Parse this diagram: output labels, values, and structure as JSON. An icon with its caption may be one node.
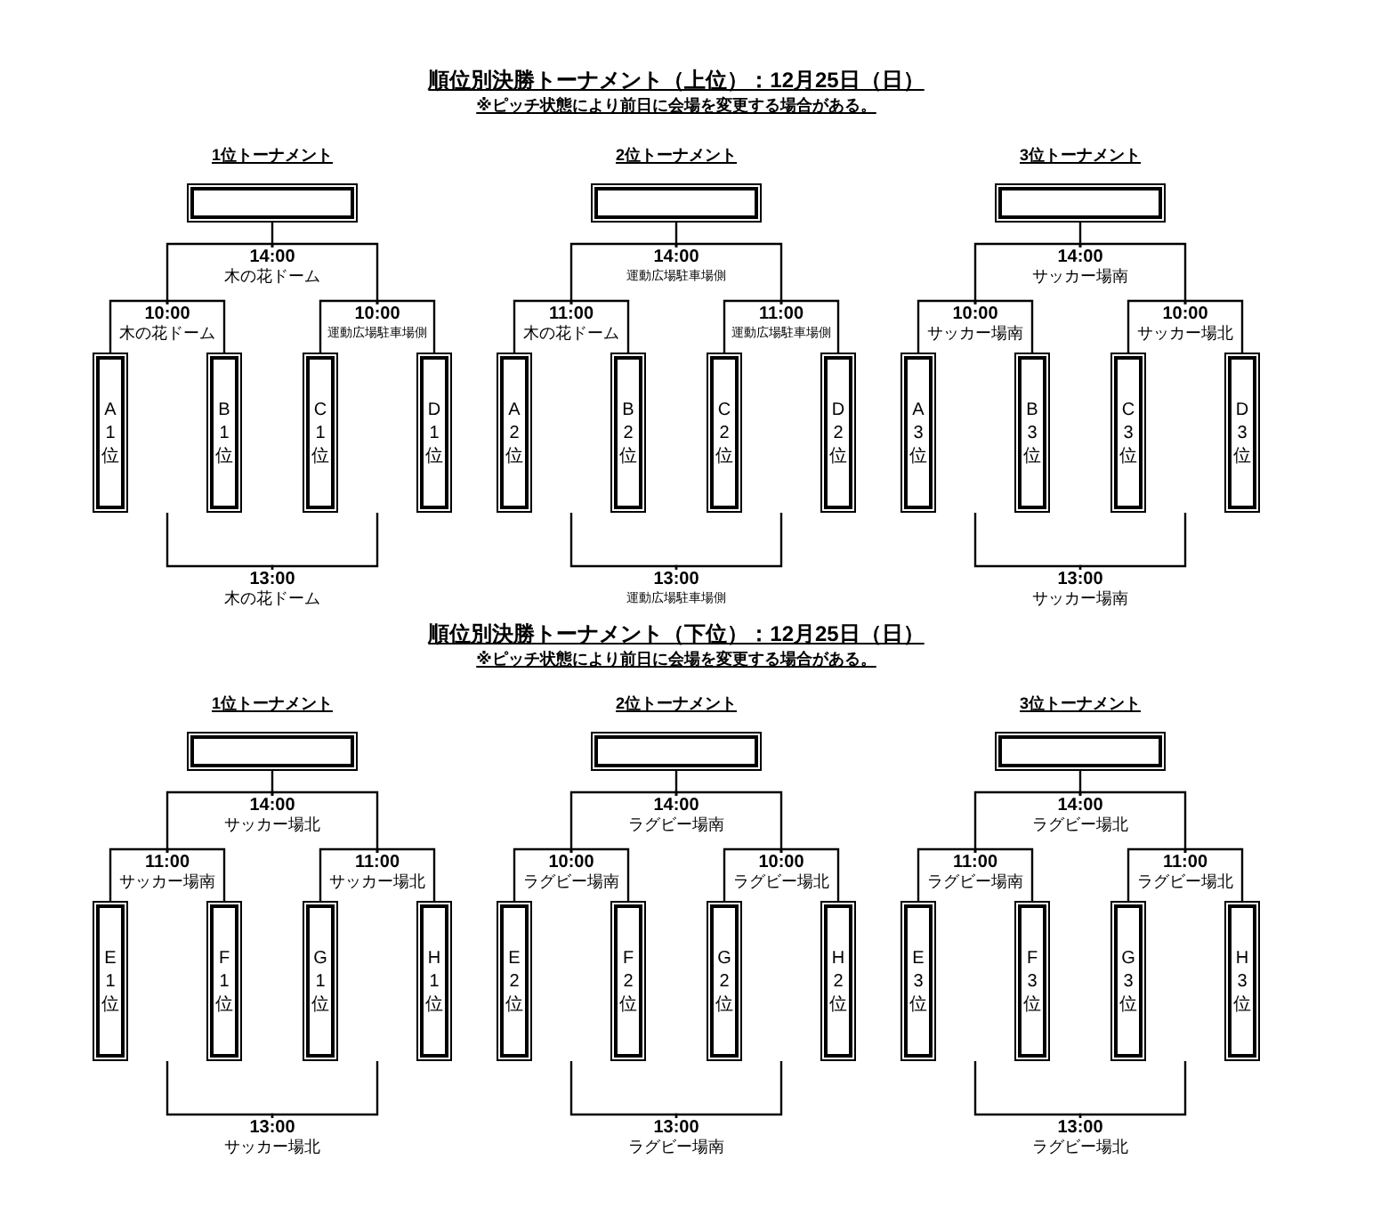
{
  "diagram": {
    "nodes": [
      {
        "text": [],
        "shape": "box"
      },
      {
        "text": [
          "14:00",
          "木の花ドーム"
        ]
      },
      {
        "text": [
          "10:00",
          "木の花ドーム"
        ]
      },
      {
        "text": [
          "10:00",
          "運動広場駐車場側"
        ]
      },
      {
        "text": [
          "A1位"
        ]
      },
      {
        "text": [
          "B1位"
        ]
      },
      {
        "text": [
          "C1位"
        ]
      },
      {
        "text": [
          "D1位"
        ]
      },
      {
        "text": [
          "13:00",
          "木の花ドーム"
        ]
      },
      {
        "text": [],
        "shape": "box"
      },
      {
        "text": [
          "14:00",
          "運動広場駐車場側"
        ]
      },
      {
        "text": [
          "11:00",
          "木の花ドーム"
        ]
      },
      {
        "text": [
          "11:00",
          "運動広場駐車場側"
        ]
      },
      {
        "text": [
          "A2位"
        ]
      },
      {
        "text": [
          "B2位"
        ]
      },
      {
        "text": [
          "C2位"
        ]
      },
      {
        "text": [
          "D2位"
        ]
      },
      {
        "text": [
          "13:00",
          "運動広場駐車場側"
        ]
      },
      {
        "text": [],
        "shape": "box"
      },
      {
        "text": [
          "14:00",
          "サッカー場南"
        ]
      },
      {
        "text": [
          "10:00",
          "サッカー場南"
        ]
      },
      {
        "text": [
          "10:00",
          "サッカー場北"
        ]
      },
      {
        "text": [
          "A3位"
        ]
      },
      {
        "text": [
          "B3位"
        ]
      },
      {
        "text": [
          "C3位"
        ]
      },
      {
        "text": [
          "D3位"
        ]
      },
      {
        "text": [
          "13:00",
          "サッカー場南"
        ]
      },
      {
        "text": [],
        "shape": "box"
      },
      {
        "text": [
          "14:00",
          "サッカー場北"
        ]
      },
      {
        "text": [
          "11:00",
          "サッカー場南"
        ]
      },
      {
        "text": [
          "11:00",
          "サッカー場北"
        ]
      },
      {
        "text": [
          "E1位"
        ]
      },
      {
        "text": [
          "F1位"
        ]
      },
      {
        "text": [
          "G1位"
        ]
      },
      {
        "text": [
          "H1位"
        ]
      },
      {
        "text": [
          "13:00",
          "サッカー場北"
        ]
      },
      {
        "text": [],
        "shape": "box"
      },
      {
        "text": [
          "14:00",
          "ラグビー場南"
        ]
      },
      {
        "text": [
          "10:00",
          "ラグビー場南"
        ]
      },
      {
        "text": [
          "10:00",
          "ラグビー場北"
        ]
      },
      {
        "text": [
          "E2位"
        ]
      },
      {
        "text": [
          "F2位"
        ]
      },
      {
        "text": [
          "G2位"
        ]
      },
      {
        "text": [
          "H2位"
        ]
      },
      {
        "text": [
          "13:00",
          "ラグビー場南"
        ]
      },
      {
        "text": [],
        "shape": "box"
      },
      {
        "text": [
          "14:00",
          "ラグビー場北"
        ]
      },
      {
        "text": [
          "11:00",
          "ラグビー場南"
        ]
      },
      {
        "text": [
          "11:00",
          "ラグビー場北"
        ]
      },
      {
        "text": [
          "E3位"
        ]
      },
      {
        "text": [
          "F3位"
        ]
      },
      {
        "text": [
          "G3位"
        ]
      },
      {
        "text": [
          "H3位"
        ]
      },
      {
        "text": [
          "13:00",
          "ラグビー場北"
        ]
      }
    ],
    "edges": [
      {
        "from": 4,
        "to": 2,
        "arrow": "none"
      },
      {
        "from": 5,
        "to": 2,
        "arrow": "none"
      },
      {
        "from": 6,
        "to": 3,
        "arrow": "none"
      },
      {
        "from": 7,
        "to": 3,
        "arrow": "none"
      },
      {
        "from": 2,
        "to": 1,
        "arrow": "none"
      },
      {
        "from": 3,
        "to": 1,
        "arrow": "none"
      },
      {
        "from": 1,
        "to": 0,
        "arrow": "none"
      },
      {
        "from": null,
        "to": 8,
        "arrow": "none"
      },
      {
        "from": null,
        "to": 8,
        "arrow": "none"
      },
      {
        "from": 13,
        "to": 11,
        "arrow": "none"
      },
      {
        "from": 14,
        "to": 11,
        "arrow": "none"
      },
      {
        "from": 15,
        "to": 12,
        "arrow": "none"
      },
      {
        "from": 16,
        "to": 12,
        "arrow": "none"
      },
      {
        "from": 11,
        "to": 10,
        "arrow": "none"
      },
      {
        "from": 12,
        "to": 10,
        "arrow": "none"
      },
      {
        "from": 10,
        "to": 9,
        "arrow": "none"
      },
      {
        "from": null,
        "to": 17,
        "arrow": "none"
      },
      {
        "from": null,
        "to": 17,
        "arrow": "none"
      },
      {
        "from": 22,
        "to": 20,
        "arrow": "none"
      },
      {
        "from": 23,
        "to": 20,
        "arrow": "none"
      },
      {
        "from": 24,
        "to": 21,
        "arrow": "none"
      },
      {
        "from": 25,
        "to": 21,
        "arrow": "none"
      },
      {
        "from": 20,
        "to": 19,
        "arrow": "none"
      },
      {
        "from": 21,
        "to": 19,
        "arrow": "none"
      },
      {
        "from": 19,
        "to": 18,
        "arrow": "none"
      },
      {
        "from": null,
        "to": 26,
        "arrow": "none"
      },
      {
        "from": null,
        "to": 26,
        "arrow": "none"
      },
      {
        "from": 31,
        "to": 29,
        "arrow": "none"
      },
      {
        "from": 32,
        "to": 29,
        "arrow": "none"
      },
      {
        "from": 33,
        "to": 30,
        "arrow": "none"
      },
      {
        "from": 34,
        "to": 30,
        "arrow": "none"
      },
      {
        "from": 29,
        "to": 28,
        "arrow": "none"
      },
      {
        "from": 30,
        "to": 28,
        "arrow": "none"
      },
      {
        "from": 28,
        "to": 27,
        "arrow": "none"
      },
      {
        "from": null,
        "to": 35,
        "arrow": "none"
      },
      {
        "from": null,
        "to": 35,
        "arrow": "none"
      },
      {
        "from": 40,
        "to": 38,
        "arrow": "none"
      },
      {
        "from": 41,
        "to": 38,
        "arrow": "none"
      },
      {
        "from": 42,
        "to": 39,
        "arrow": "none"
      },
      {
        "from": 43,
        "to": 39,
        "arrow": "none"
      },
      {
        "from": 38,
        "to": 37,
        "arrow": "none"
      },
      {
        "from": 39,
        "to": 37,
        "arrow": "none"
      },
      {
        "from": 37,
        "to": 36,
        "arrow": "none"
      },
      {
        "from": null,
        "to": 44,
        "arrow": "none"
      },
      {
        "from": null,
        "to": 44,
        "arrow": "none"
      },
      {
        "from": 49,
        "to": 47,
        "arrow": "none"
      },
      {
        "from": 50,
        "to": 47,
        "arrow": "none"
      },
      {
        "from": 51,
        "to": 48,
        "arrow": "none"
      },
      {
        "from": 52,
        "to": 48,
        "arrow": "none"
      },
      {
        "from": 47,
        "to": 46,
        "arrow": "none"
      },
      {
        "from": 48,
        "to": 46,
        "arrow": "none"
      },
      {
        "from": 46,
        "to": 45,
        "arrow": "none"
      },
      {
        "from": null,
        "to": 53,
        "arrow": "none"
      },
      {
        "from": null,
        "to": 53,
        "arrow": "none"
      }
    ],
    "labels": [
      "順位別決勝トーナメント（上位）：12月25日（日）",
      "※ピッチ状態により前日に会場を変更する場合がある。",
      "1位トーナメント",
      "2位トーナメント",
      "3位トーナメント",
      "順位別決勝トーナメント（下位）：12月25日（日）",
      "※ピッチ状態により前日に会場を変更する場合がある。",
      "1位トーナメント",
      "2位トーナメント",
      "3位トーナメント"
    ]
  }
}
